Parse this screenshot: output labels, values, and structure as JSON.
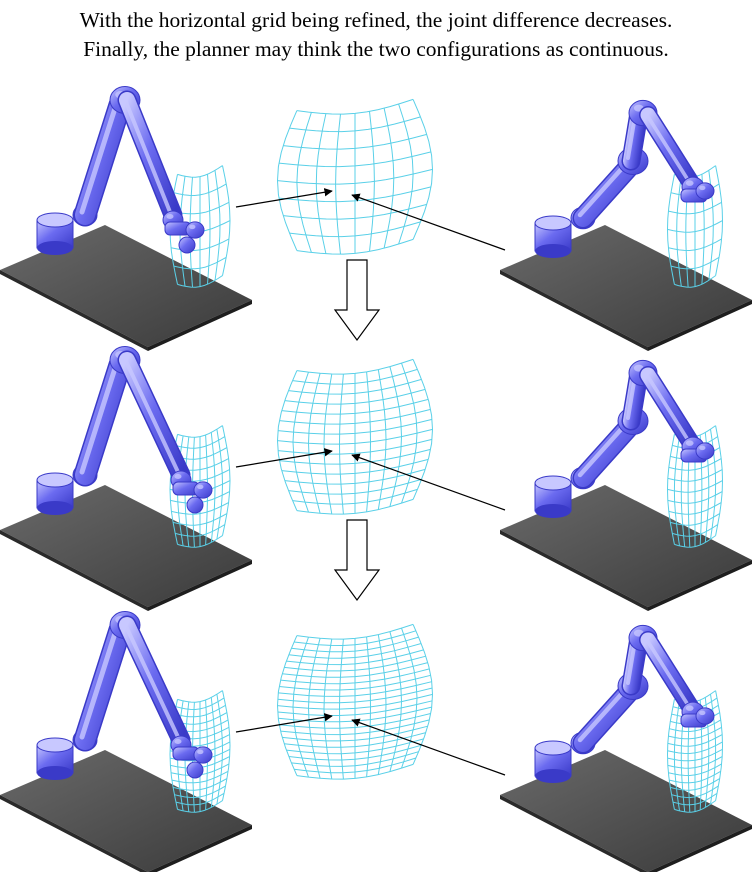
{
  "caption": {
    "line1": "With the horizontal grid being refined, the joint difference decreases.",
    "line2": "Finally, the planner may think the two configurations as continuous."
  },
  "colors": {
    "robot": "#6b6bf0",
    "robot_highlight": "#c8c8ff",
    "robot_shadow": "#3a3ac8",
    "table_top": "#4a4a4a",
    "table_side": "#2a2a2a",
    "grid": "#5ad0e8",
    "arrow": "#000000"
  },
  "rows": [
    {
      "grid_level": "coarse",
      "right_pose": "bent"
    },
    {
      "grid_level": "medium",
      "right_pose": "bent"
    },
    {
      "grid_level": "fine",
      "right_pose": "bent"
    }
  ]
}
